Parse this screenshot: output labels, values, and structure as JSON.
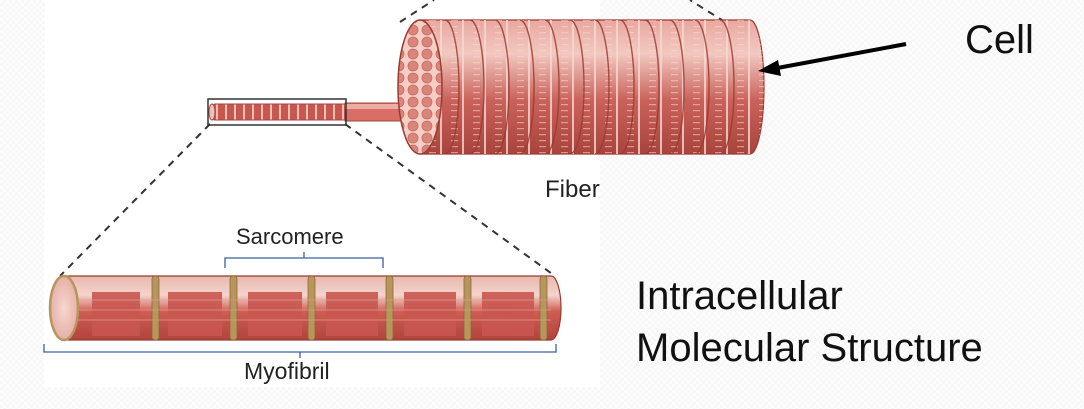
{
  "labels": {
    "cell": "Cell",
    "fiber": "Fiber",
    "sarcomere": "Sarcomere",
    "myofibril": "Myofibril",
    "intracellular": "Intracellular",
    "molecular_structure": "Molecular Structure"
  },
  "colors": {
    "fiber_fill": "#c8605a",
    "fiber_light": "#f0c0b8",
    "fiber_edge": "#9a3a33",
    "band_gold": "#b8955a",
    "myofibril_red": "#c74a42"
  }
}
